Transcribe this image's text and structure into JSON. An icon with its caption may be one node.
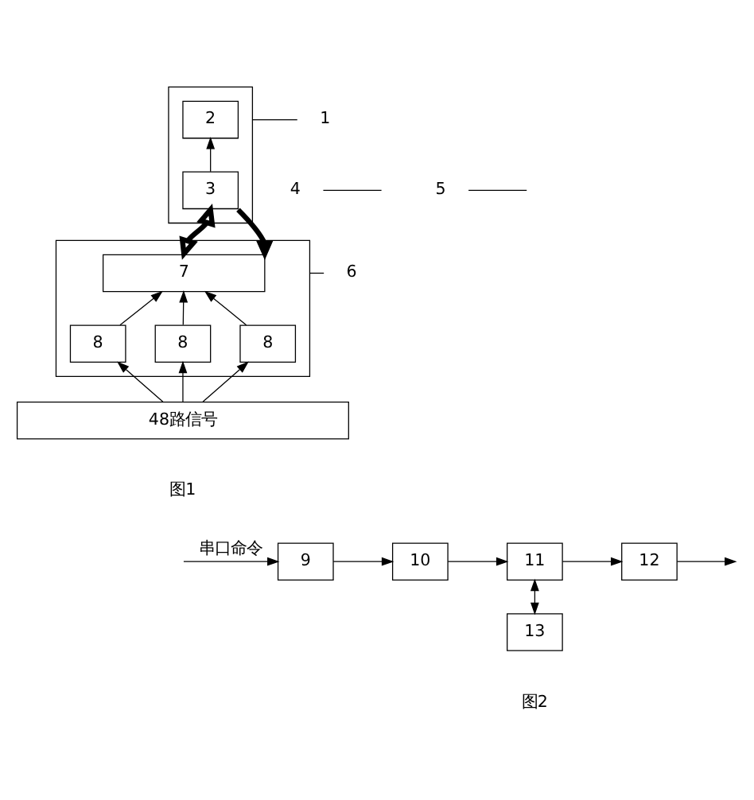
{
  "diagram": {
    "nodes": [
      {
        "text": [],
        "shape": "box"
      },
      {
        "text": [
          "2"
        ],
        "in": 0
      },
      {
        "text": [
          "3"
        ],
        "in": 0
      },
      {
        "text": [
          "1"
        ]
      },
      {
        "text": [
          "4"
        ]
      },
      {
        "text": [
          "5"
        ]
      },
      {
        "text": [],
        "shape": "box"
      },
      {
        "text": [
          "7"
        ],
        "in": 6
      },
      {
        "text": [
          "8"
        ],
        "in": 6
      },
      {
        "text": [
          "8"
        ],
        "in": 6
      },
      {
        "text": [
          "8"
        ],
        "in": 6
      },
      {
        "text": [
          "6"
        ]
      },
      {
        "text": [
          "48路信号"
        ]
      },
      {
        "text": [
          "9"
        ]
      },
      {
        "text": [
          "10"
        ]
      },
      {
        "text": [
          "11"
        ]
      },
      {
        "text": [
          "12"
        ]
      },
      {
        "text": [
          "13"
        ]
      }
    ],
    "edges": [
      {
        "from": 2,
        "to": 1,
        "arrow": "to"
      },
      {
        "from": 2,
        "to": 7,
        "arrow": "both",
        "style": "thick"
      },
      {
        "from": 2,
        "to": 7,
        "arrow": "to",
        "style": "thick"
      },
      {
        "from": 3,
        "to": 0,
        "arrow": "none"
      },
      {
        "from": 4,
        "to": null,
        "arrow": "none"
      },
      {
        "from": 5,
        "to": null,
        "arrow": "none"
      },
      {
        "from": 11,
        "to": 6,
        "arrow": "none"
      },
      {
        "from": 8,
        "to": 7,
        "arrow": "to"
      },
      {
        "from": 9,
        "to": 7,
        "arrow": "to"
      },
      {
        "from": 10,
        "to": 7,
        "arrow": "to"
      },
      {
        "from": 12,
        "to": 8,
        "arrow": "to"
      },
      {
        "from": 12,
        "to": 9,
        "arrow": "to"
      },
      {
        "from": 12,
        "to": 10,
        "arrow": "to"
      },
      {
        "from": null,
        "to": 13,
        "arrow": "to",
        "label": "串口命令"
      },
      {
        "from": 13,
        "to": 14,
        "arrow": "to"
      },
      {
        "from": 14,
        "to": 15,
        "arrow": "to"
      },
      {
        "from": 15,
        "to": 16,
        "arrow": "to"
      },
      {
        "from": 15,
        "to": 17,
        "arrow": "both"
      },
      {
        "from": 16,
        "to": null,
        "arrow": "to"
      }
    ],
    "labels": [
      "图1",
      "图2"
    ]
  }
}
